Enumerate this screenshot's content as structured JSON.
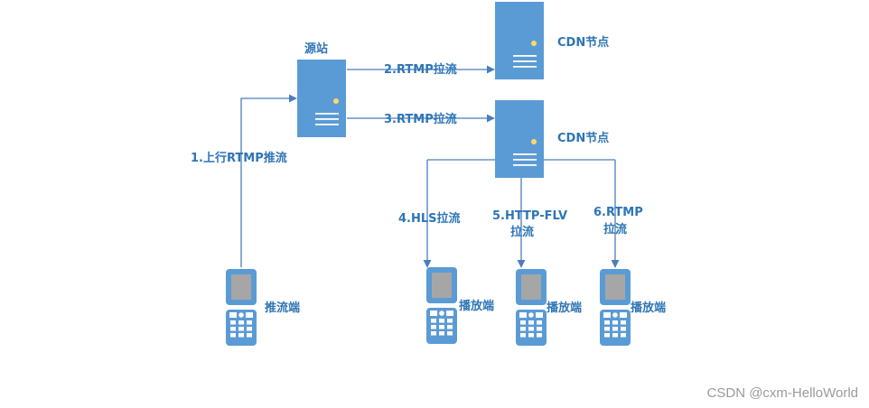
{
  "colors": {
    "accent": "#5b9bd5",
    "line": "#4a7ebb",
    "label": "#2e75b6",
    "screen": "#a6a6a6",
    "server_dot": "#ffd966"
  },
  "nodes": {
    "origin": {
      "label": "源站"
    },
    "cdn_top": {
      "label": "CDN节点"
    },
    "cdn_mid": {
      "label": "CDN节点"
    },
    "pusher": {
      "label": "推流端"
    },
    "player_hls": {
      "label": "播放端"
    },
    "player_flv": {
      "label": "播放端"
    },
    "player_rtmp": {
      "label": "播放端"
    }
  },
  "edges": {
    "push": {
      "label": "1.上行RTMP推流"
    },
    "pull_top": {
      "label": "2.RTMP拉流"
    },
    "pull_mid": {
      "label": "3.RTMP拉流"
    },
    "hls": {
      "label": "4.HLS拉流"
    },
    "flv": {
      "label_line1": "5.HTTP-FLV",
      "label_line2": "拉流"
    },
    "rtmp": {
      "label_line1": "6.RTMP",
      "label_line2": "拉流"
    }
  },
  "watermark": "CSDN @cxm-HelloWorld"
}
